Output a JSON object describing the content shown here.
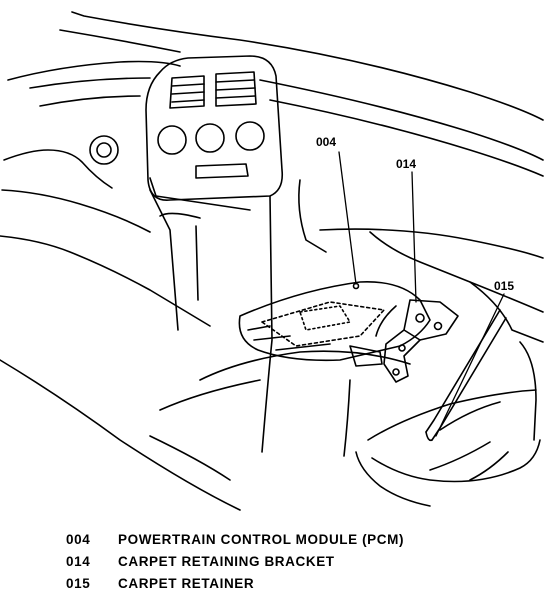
{
  "callouts": [
    {
      "id": "004",
      "label": "004"
    },
    {
      "id": "014",
      "label": "014"
    },
    {
      "id": "015",
      "label": "015"
    }
  ],
  "legend": [
    {
      "number": "004",
      "description": "POWERTRAIN CONTROL MODULE (PCM)"
    },
    {
      "number": "014",
      "description": "CARPET RETAINING BRACKET"
    },
    {
      "number": "015",
      "description": "CARPET RETAINER"
    }
  ]
}
